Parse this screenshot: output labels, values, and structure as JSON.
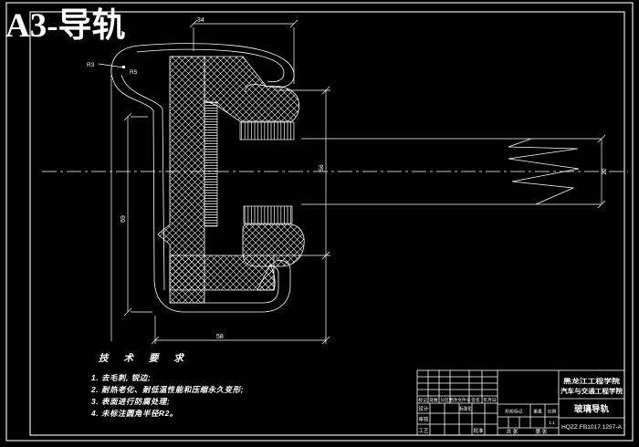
{
  "title": "A3-导轨",
  "dimensions": {
    "top_width": "34",
    "bottom_width": "58",
    "left_height": "69",
    "channel_height": "56",
    "glass_height": "22",
    "radius_1": "R3",
    "radius_2": "R5"
  },
  "tech_requirements": {
    "heading": "技 术 要 求",
    "items": [
      "1. 去毛刺, 锐边;",
      "2. 耐热老化、耐低温性能和压缩永久变形;",
      "3. 表面进行防腐处理;",
      "4. 未标注圆角半径R2。"
    ]
  },
  "title_block": {
    "school_line1": "黑龙江工程学院",
    "school_line2": "汽车与交通工程学院",
    "part_name": "玻璃导轨",
    "drawing_number": "HQZZ.FB1017.1257-A",
    "scale_value": "1:1",
    "labels": {
      "mark": "标记",
      "count": "处数",
      "zone": "分区",
      "change_file": "更改文件号",
      "signature": "签名",
      "date": "年月日",
      "design": "设计",
      "standardization": "标准化",
      "stage_mark": "阶段标记",
      "weight": "重量",
      "scale": "比例",
      "review": "审核",
      "process": "工艺",
      "approve": "批准",
      "sheet_total": "共 张",
      "sheet_no": "第 张"
    }
  },
  "colors": {
    "background": "#000000",
    "line": "#ffffff",
    "title_accent": "#ffff00"
  }
}
